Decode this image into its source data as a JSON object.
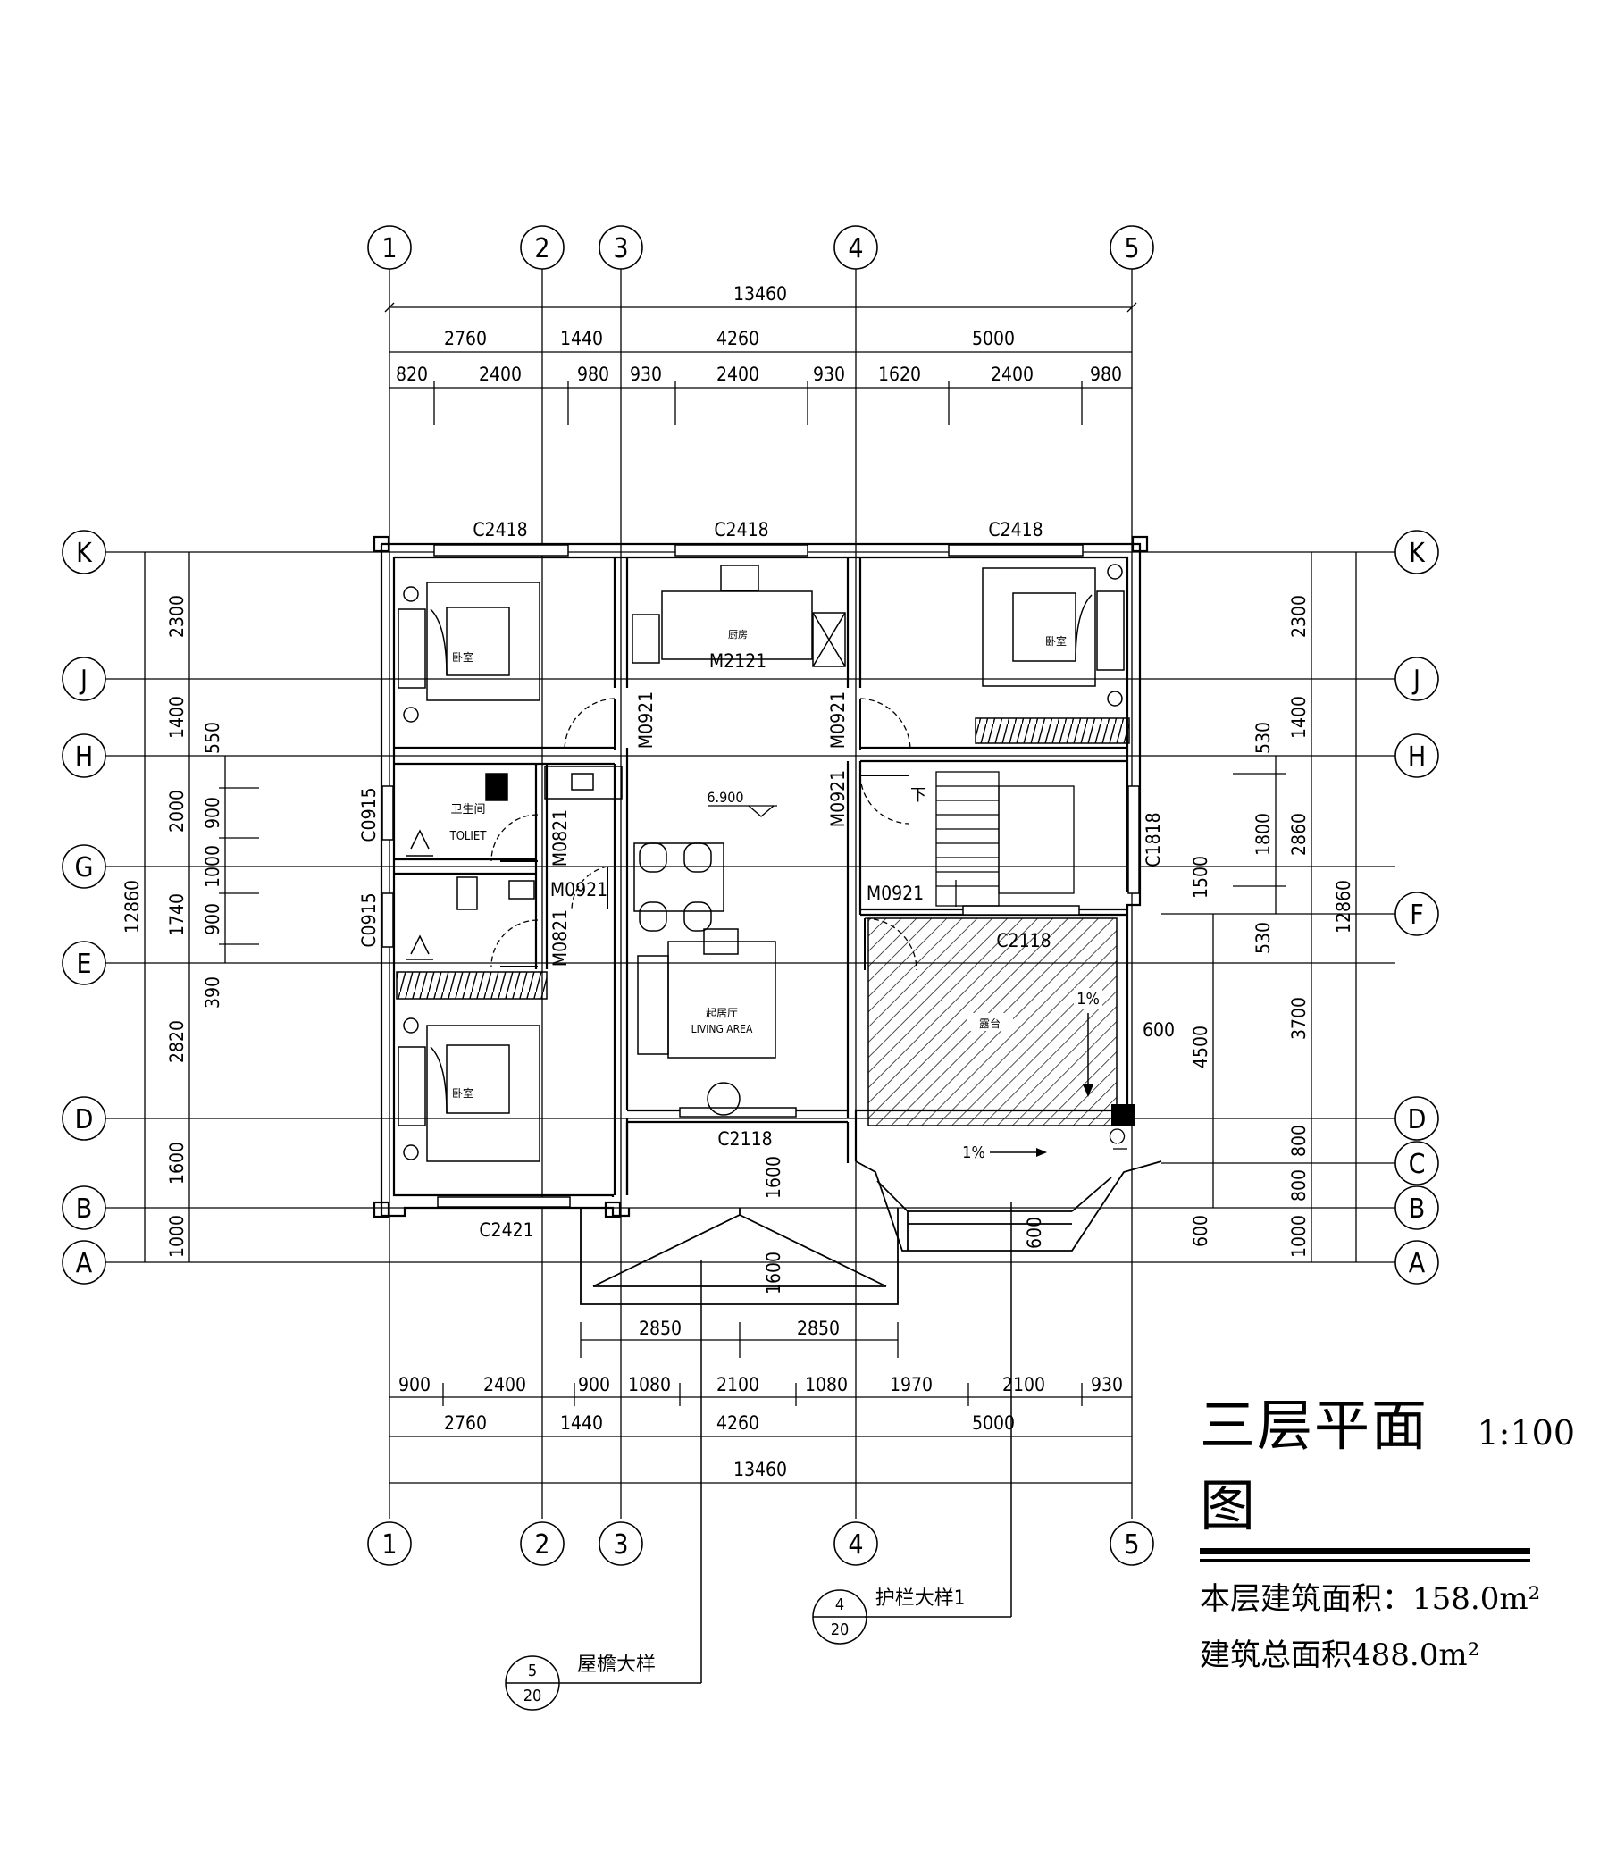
{
  "drawing": {
    "title": "三层平面图",
    "scale": "1:100",
    "floor_area": "本层建筑面积：158.0m²",
    "total_area": "建筑总面积488.0m²"
  },
  "grid": {
    "vertical": [
      "1",
      "2",
      "3",
      "4",
      "5"
    ],
    "horizontal": [
      "K",
      "J",
      "H",
      "G",
      "F",
      "E",
      "D",
      "C",
      "B",
      "A"
    ]
  },
  "dimensions": {
    "top_total": "13460",
    "top_bays": [
      "2760",
      "1440",
      "4260",
      "5000"
    ],
    "top_detail": [
      "820",
      "2400",
      "980",
      "930",
      "2400",
      "930",
      "1620",
      "2400",
      "980"
    ],
    "bottom_detail": [
      "900",
      "2400",
      "900",
      "1080",
      "2100",
      "1080",
      "1970",
      "2100",
      "930"
    ],
    "bottom_bays": [
      "2760",
      "1440",
      "4260",
      "5000"
    ],
    "bottom_total": "13460",
    "porch": [
      "2850",
      "2850"
    ],
    "porch_depth": [
      "1600",
      "1600"
    ],
    "left_total": "12860",
    "left_bays": [
      "2300",
      "1400",
      "2000",
      "1740",
      "2820",
      "1600",
      "1000"
    ],
    "left_detail": [
      "550",
      "900",
      "1000",
      "900",
      "390"
    ],
    "right_total": "12860",
    "right_bays": [
      "2300",
      "1400",
      "2860",
      "3700",
      "800",
      "800",
      "1000"
    ],
    "right_detail": [
      "530",
      "1800",
      "530",
      "1500",
      "4500",
      "600",
      "600"
    ],
    "terrace_width": "600",
    "balcony_depth": "600"
  },
  "openings": {
    "c2418": "C2418",
    "c2421": "C2421",
    "c2118": "C2118",
    "c0915": "C0915",
    "c1818": "C1818",
    "m2121": "M2121",
    "m0921": "M0921",
    "m0821": "M0821"
  },
  "rooms": {
    "bedroom": "卧室",
    "kitchen": "厨房",
    "toilet_cn": "卫生间",
    "toilet_en": "TOLIET",
    "living_cn": "起居厅",
    "living_en": "LIVING   AREA",
    "terrace": "露台",
    "stair_down": "下"
  },
  "levels": {
    "elevation": "6.900",
    "slope": "1%"
  },
  "details": {
    "eave_ref_top": "5",
    "eave_ref_bottom": "20",
    "eave_label": "屋檐大样",
    "rail_ref_top": "4",
    "rail_ref_bottom": "20",
    "rail_label": "护栏大样1"
  },
  "colors": {
    "ink": "#000000",
    "paper": "#ffffff"
  }
}
